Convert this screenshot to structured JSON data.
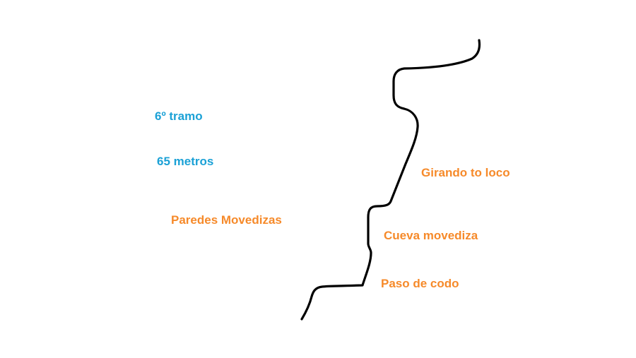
{
  "colors": {
    "info_text": "#1ba1d6",
    "section_text": "#f68a2a",
    "route_line": "#000000",
    "background": "#ffffff"
  },
  "info": {
    "tramo": "6º tramo",
    "metros": "65 metros"
  },
  "sections": {
    "paredes": "Paredes Movedizas",
    "girando": "Girando to loco",
    "cueva": "Cueva movediza",
    "paso": "Paso de codo"
  }
}
